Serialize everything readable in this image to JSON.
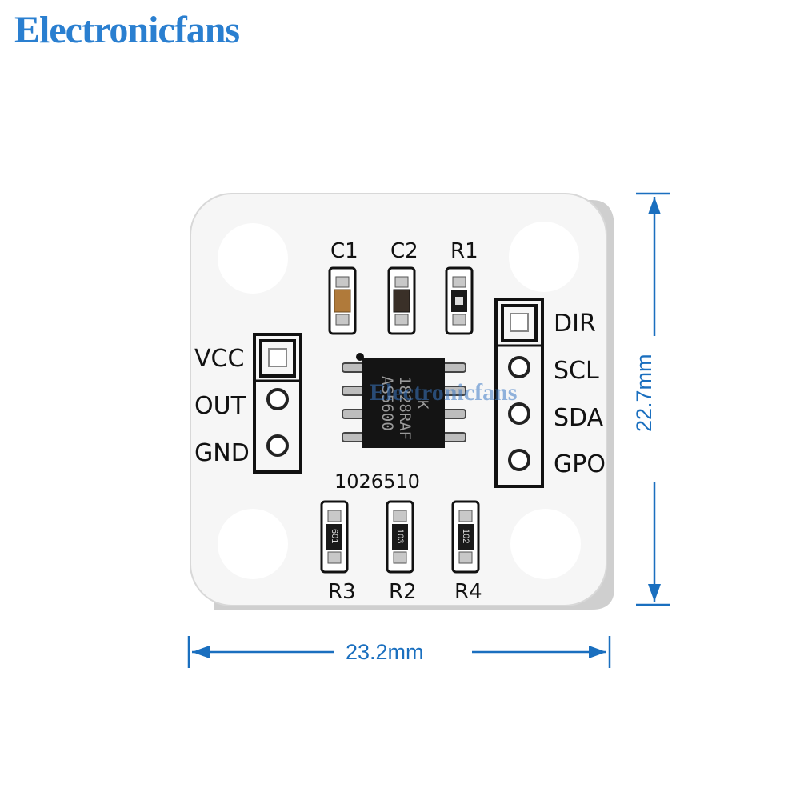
{
  "brand": {
    "logo_text": "Electronicfans",
    "logo_color": "#2a7fd0"
  },
  "board": {
    "chip_text": [
      "AS5600",
      "1828RAF",
      "K"
    ],
    "part_number": "1026510",
    "top_labels": [
      "C1",
      "C2",
      "R1"
    ],
    "bottom_labels": [
      "R3",
      "R2",
      "R4"
    ],
    "left_pins": [
      "VCC",
      "OUT",
      "GND"
    ],
    "right_pins": [
      "DIR",
      "SCL",
      "SDA",
      "GPO"
    ],
    "resistor_codes": [
      "601",
      "103",
      "102"
    ],
    "watermark": "Electronicfans"
  },
  "dimensions": {
    "width": "23.2mm",
    "height": "22.7mm",
    "color": "#1a6fbf"
  }
}
